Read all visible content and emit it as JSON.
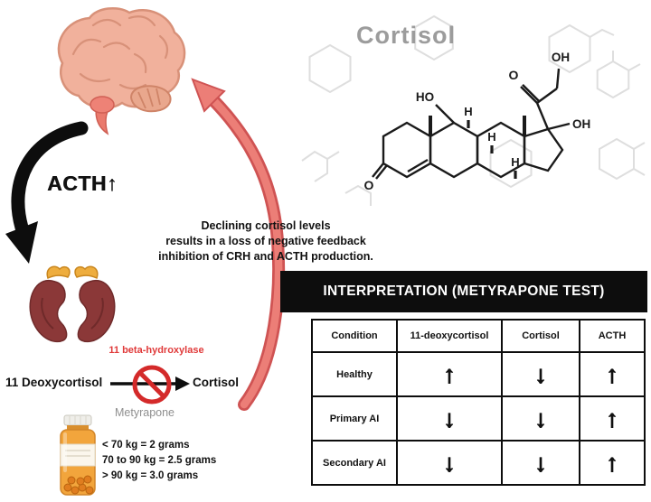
{
  "left_panel": {
    "acth_label": "ACTH↑",
    "feedback_lines": [
      "Declining cortisol levels",
      "results in a loss of negative feedback",
      "inhibition of CRH and ACTH production."
    ],
    "enzyme_label": "11 beta-hydroxylase",
    "substrate_label": "11 Deoxycortisol",
    "product_label": "Cortisol",
    "drug_label": "Metyrapone",
    "dosing_lines": [
      "< 70 kg = 2 grams",
      "70 to 90 kg = 2.5 grams",
      "> 90 kg = 3.0 grams"
    ]
  },
  "structure_panel": {
    "title": "Cortisol",
    "labels": {
      "ho": "HO",
      "o_ring": "O",
      "o_side": "O",
      "oh_side": "OH",
      "oh_17": "OH",
      "h1": "H",
      "h2": "H",
      "h3": "H"
    }
  },
  "table": {
    "title": "INTERPRETATION (METYRAPONE TEST)",
    "columns": [
      "Condition",
      "11-deoxycortisol",
      "Cortisol",
      "ACTH"
    ],
    "rows": [
      [
        "Healthy",
        "↑",
        "↓",
        "↑"
      ],
      [
        "Primary AI",
        "↓",
        "↓",
        "↑"
      ],
      [
        "Secondary AI",
        "↓",
        "↓",
        "↑"
      ]
    ]
  },
  "colors": {
    "accent_red": "#d42a2a",
    "feedback_arrow_pink": "#ec7e77",
    "table_header_bg": "#0d0d0d",
    "muted_gray": "#9c9c9c"
  }
}
